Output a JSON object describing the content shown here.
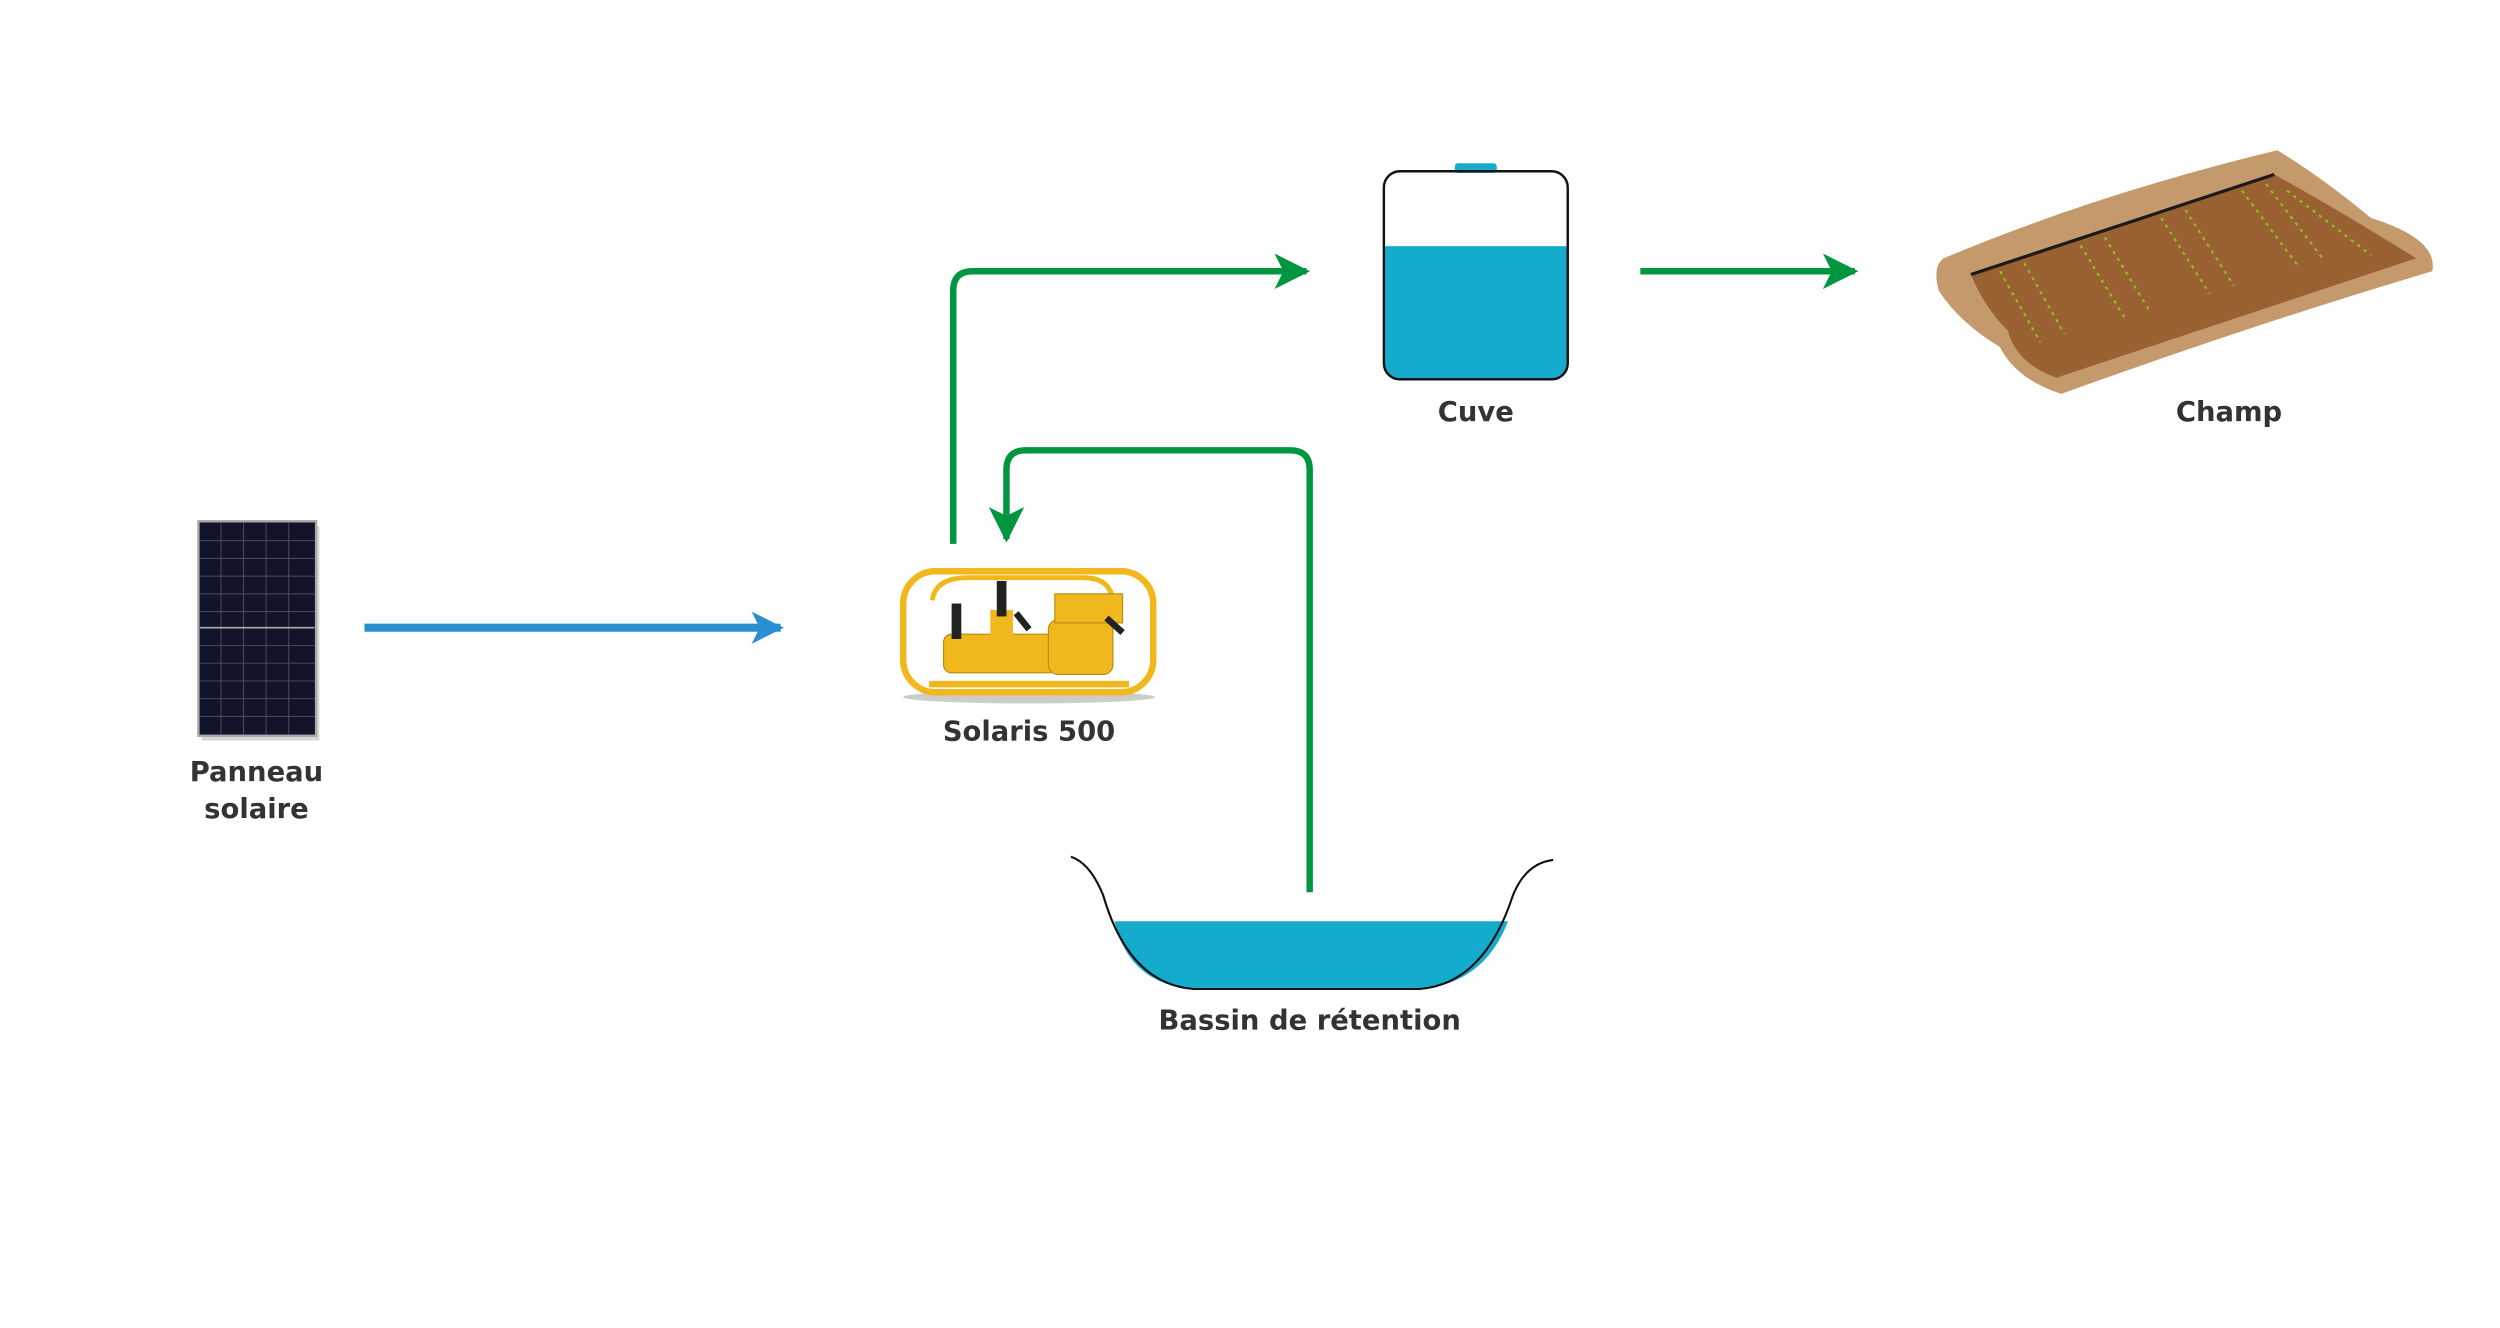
{
  "nodes": {
    "solar_panel": {
      "label_line1": "Panneau",
      "label_line2": "solaire"
    },
    "pump": {
      "label": "Solaris 500"
    },
    "tank": {
      "label": "Cuve",
      "fill_level": 0.64
    },
    "field": {
      "label": "Champ"
    },
    "basin": {
      "label": "Bassin de rétention"
    }
  },
  "colors": {
    "power_arrow": "#2a8fd0",
    "water_arrow": "#009640",
    "water": "#15abcc",
    "pump_yellow": "#f0b81c",
    "soil_outer": "#c4996b",
    "soil_inner": "#9a6233"
  }
}
